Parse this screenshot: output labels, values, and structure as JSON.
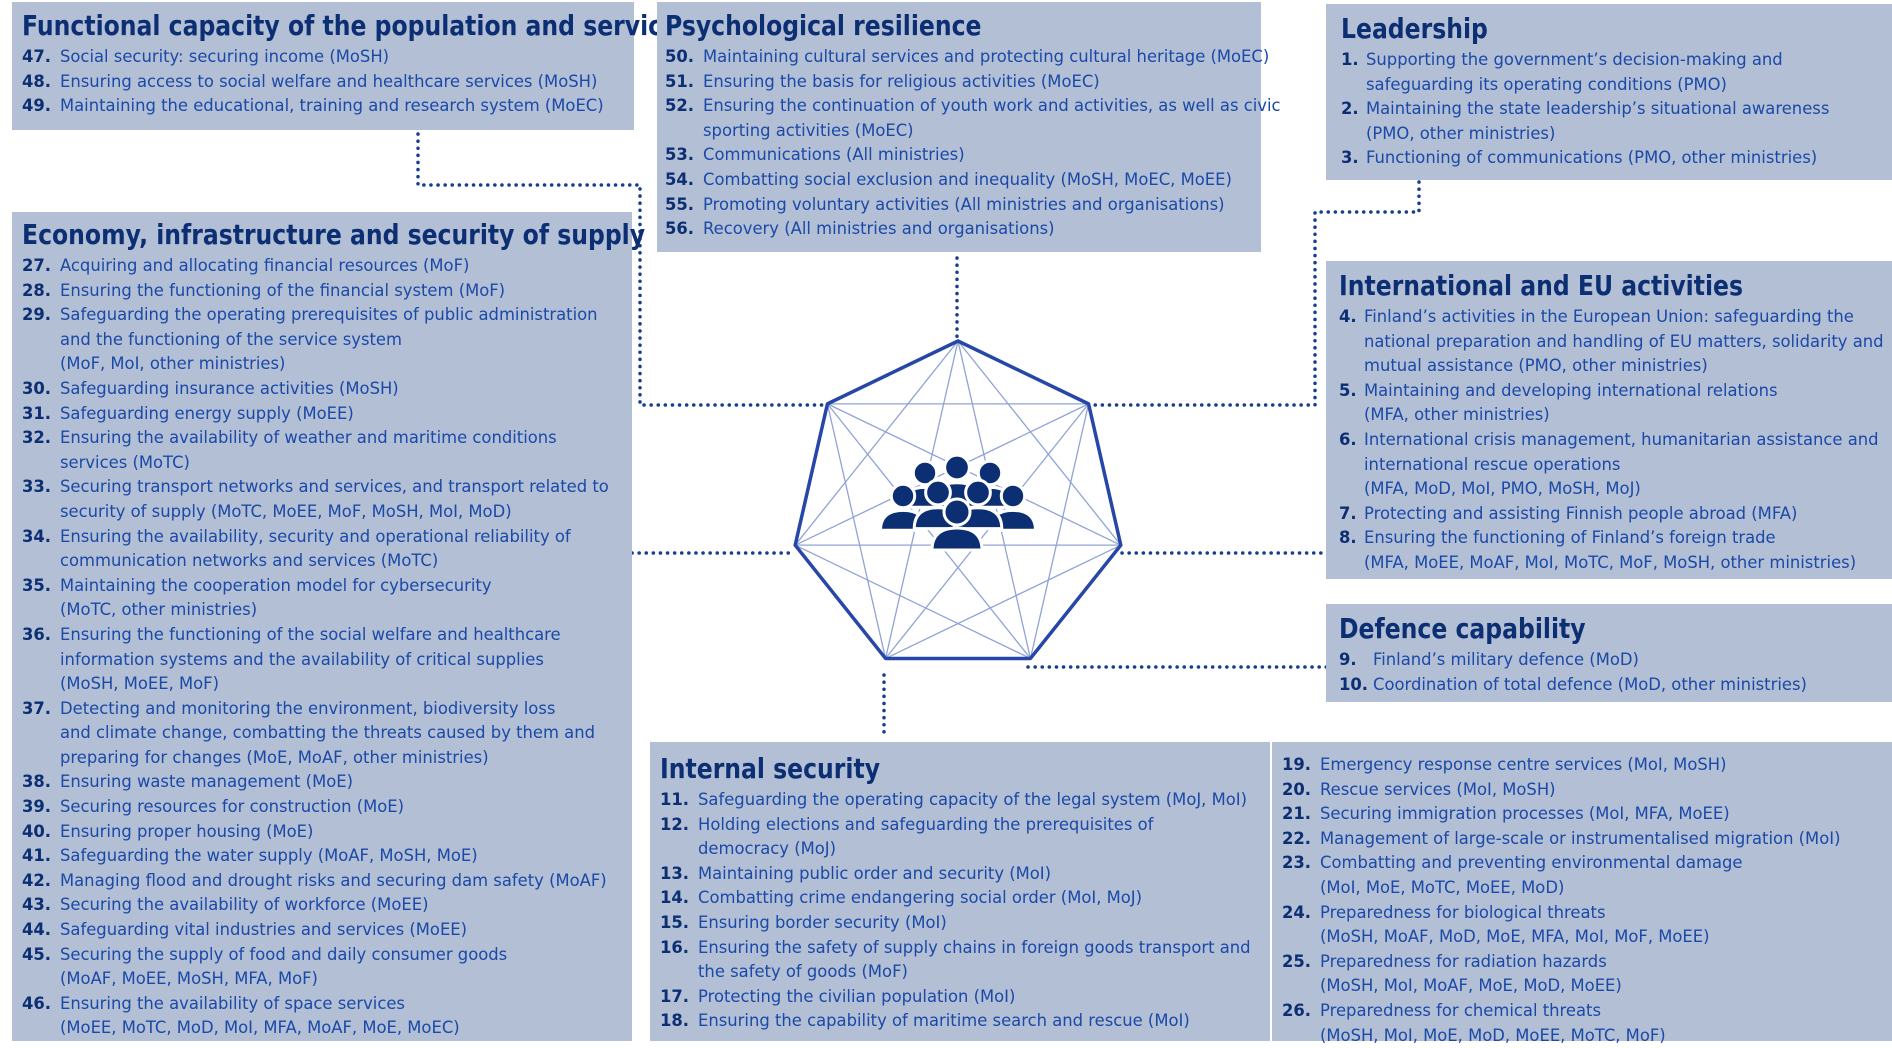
{
  "colors": {
    "box_background": "#b3bfd4",
    "heading": "#0c2f74",
    "item_text": "#1a49a8",
    "connector": "#163e8f",
    "center_icon": "#0c2f74"
  },
  "center": {
    "icon": "people-group-icon"
  },
  "groups": [
    {
      "title": "Functional capacity of the population and services",
      "items": [
        {
          "num": "47.",
          "text": "Social security: securing income (MoSH)"
        },
        {
          "num": "48.",
          "text": "Ensuring access to social welfare and healthcare services (MoSH)"
        },
        {
          "num": "49.",
          "text": "Maintaining the educational, training and research system (MoEC)"
        }
      ]
    },
    {
      "title": "Psychological resilience",
      "items": [
        {
          "num": "50.",
          "text": "Maintaining cultural services and protecting cultural heritage (MoEC)"
        },
        {
          "num": "51.",
          "text": "Ensuring the basis for religious activities (MoEC)"
        },
        {
          "num": "52.",
          "text": "Ensuring the continuation of youth work and activities, as well as civic\nsporting activities (MoEC)"
        },
        {
          "num": "53.",
          "text": "Communications (All ministries)"
        },
        {
          "num": "54.",
          "text": "Combatting social exclusion and inequality (MoSH, MoEC, MoEE)"
        },
        {
          "num": "55.",
          "text": "Promoting voluntary activities (All ministries and organisations)"
        },
        {
          "num": "56.",
          "text": "Recovery (All ministries and organisations)"
        }
      ]
    },
    {
      "title": "Leadership",
      "items": [
        {
          "num": "1.",
          "text": "Supporting the government’s decision-making and\nsafeguarding its operating conditions (PMO)"
        },
        {
          "num": "2.",
          "text": "Maintaining the state leadership’s situational awareness\n(PMO, other ministries)"
        },
        {
          "num": "3.",
          "text": "Functioning of communications (PMO, other ministries)"
        }
      ]
    },
    {
      "title": "Economy, infrastructure and security of supply",
      "items": [
        {
          "num": "27.",
          "text": "Acquiring and allocating financial resources (MoF)"
        },
        {
          "num": "28.",
          "text": "Ensuring the functioning of the financial system (MoF)"
        },
        {
          "num": "29.",
          "text": "Safeguarding the operating prerequisites of public administration\nand the functioning of the service system\n(MoF, MoI, other ministries)"
        },
        {
          "num": "30.",
          "text": "Safeguarding insurance activities (MoSH)"
        },
        {
          "num": "31.",
          "text": "Safeguarding energy supply (MoEE)"
        },
        {
          "num": "32.",
          "text": "Ensuring the availability of weather and maritime conditions\nservices (MoTC)"
        },
        {
          "num": "33.",
          "text": "Securing transport networks and services, and transport related to\nsecurity of supply (MoTC, MoEE, MoF, MoSH, MoI, MoD)"
        },
        {
          "num": "34.",
          "text": "Ensuring the availability, security and operational reliability of\ncommunication networks and services (MoTC)"
        },
        {
          "num": "35.",
          "text": "Maintaining the cooperation model for cybersecurity\n(MoTC, other ministries)"
        },
        {
          "num": "36.",
          "text": "Ensuring the functioning of the social welfare and healthcare\ninformation systems and the availability of critical supplies\n(MoSH, MoEE, MoF)"
        },
        {
          "num": "37.",
          "text": "Detecting and monitoring the environment, biodiversity loss\nand climate change, combatting the threats caused by them and\npreparing for changes (MoE, MoAF, other ministries)"
        },
        {
          "num": "38.",
          "text": "Ensuring waste management (MoE)"
        },
        {
          "num": "39.",
          "text": "Securing resources for construction (MoE)"
        },
        {
          "num": "40.",
          "text": "Ensuring proper housing (MoE)"
        },
        {
          "num": "41.",
          "text": "Safeguarding the water supply (MoAF, MoSH, MoE)"
        },
        {
          "num": "42.",
          "text": "Managing flood and drought risks and securing dam safety (MoAF)"
        },
        {
          "num": "43.",
          "text": "Securing the availability of workforce (MoEE)"
        },
        {
          "num": "44.",
          "text": "Safeguarding vital industries and services (MoEE)"
        },
        {
          "num": "45.",
          "text": "Securing the supply of food and daily consumer goods\n(MoAF, MoEE, MoSH, MFA, MoF)"
        },
        {
          "num": "46.",
          "text": "Ensuring the availability of space services\n(MoEE, MoTC, MoD, MoI, MFA, MoAF, MoE, MoEC)"
        }
      ]
    },
    {
      "title": "International and EU activities",
      "items": [
        {
          "num": "4.",
          "text": "Finland’s activities in the European Union: safeguarding the\nnational preparation and handling of EU matters, solidarity and\nmutual assistance (PMO, other ministries)"
        },
        {
          "num": "5.",
          "text": "Maintaining and developing international relations\n(MFA, other ministries)"
        },
        {
          "num": "6.",
          "text": "International crisis management, humanitarian assistance and\ninternational rescue operations\n(MFA, MoD, MoI, PMO, MoSH, MoJ)"
        },
        {
          "num": "7.",
          "text": "Protecting and assisting Finnish people abroad (MFA)"
        },
        {
          "num": "8.",
          "text": "Ensuring the functioning of Finland’s foreign trade\n(MFA, MoEE, MoAF, MoI, MoTC, MoF, MoSH, other ministries)"
        }
      ]
    },
    {
      "title": "Defence capability",
      "items": [
        {
          "num": "9.",
          "text": "Finland’s military defence (MoD)"
        },
        {
          "num": "10.",
          "text": "Coordination of total defence (MoD, other ministries)"
        }
      ]
    },
    {
      "title": "Internal security",
      "items": [
        {
          "num": "11.",
          "text": "Safeguarding the operating capacity of the legal system (MoJ, MoI)"
        },
        {
          "num": "12.",
          "text": "Holding elections and safeguarding the prerequisites of\ndemocracy (MoJ)"
        },
        {
          "num": "13.",
          "text": "Maintaining public order and security (MoI)"
        },
        {
          "num": "14.",
          "text": "Combatting crime endangering social order (MoI, MoJ)"
        },
        {
          "num": "15.",
          "text": "Ensuring border security (MoI)"
        },
        {
          "num": "16.",
          "text": "Ensuring the safety of supply chains in foreign goods transport and\nthe safety of goods (MoF)"
        },
        {
          "num": "17.",
          "text": "Protecting the civilian population (MoI)"
        },
        {
          "num": "18.",
          "text": "Ensuring the capability of maritime search and rescue (MoI)"
        }
      ]
    },
    {
      "title": "",
      "items": [
        {
          "num": "19.",
          "text": "Emergency response centre services (MoI, MoSH)"
        },
        {
          "num": "20.",
          "text": "Rescue services (MoI, MoSH)"
        },
        {
          "num": "21.",
          "text": "Securing immigration processes (MoI, MFA, MoEE)"
        },
        {
          "num": "22.",
          "text": "Management of large-scale or instrumentalised migration (MoI)"
        },
        {
          "num": "23.",
          "text": "Combatting and preventing environmental damage\n(MoI, MoE, MoTC, MoEE, MoD)"
        },
        {
          "num": "24.",
          "text": "Preparedness for biological threats\n(MoSH, MoAF, MoD, MoE, MFA, MoI, MoF, MoEE)"
        },
        {
          "num": "25.",
          "text": "Preparedness for radiation hazards\n(MoSH, MoI, MoAF, MoE, MoD, MoEE)"
        },
        {
          "num": "26.",
          "text": "Preparedness for chemical threats\n(MoSH, MoI, MoE, MoD, MoEE, MoTC, MoF)"
        }
      ]
    }
  ]
}
